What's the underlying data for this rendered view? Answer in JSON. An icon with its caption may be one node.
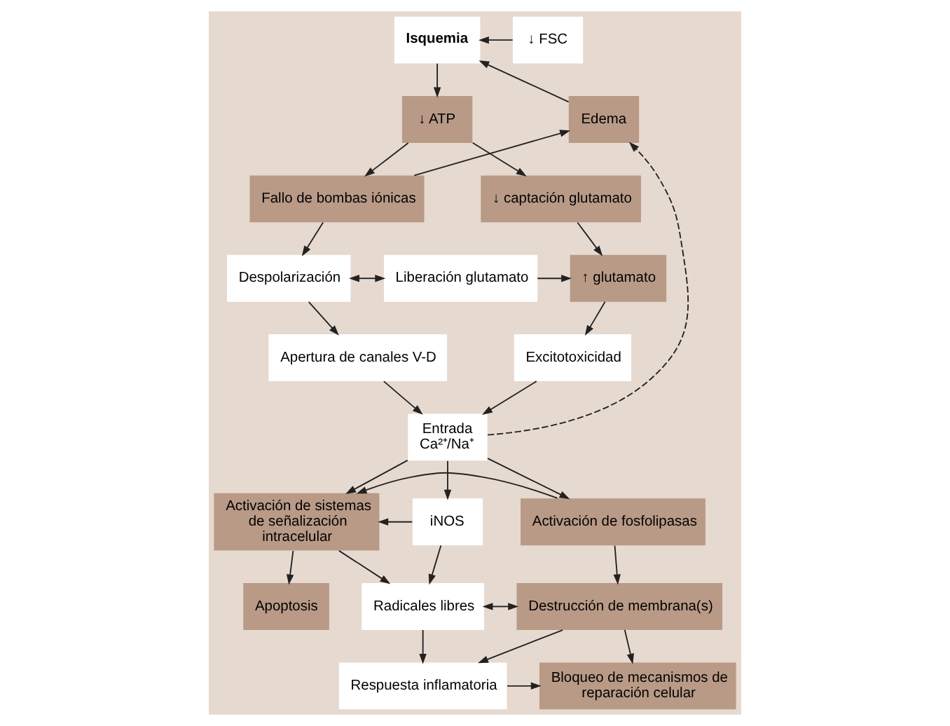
{
  "diagram": {
    "nodes": [
      {
        "text": [
          "Isquemia"
        ]
      },
      {
        "text": [
          "↓ FSC"
        ]
      },
      {
        "text": [
          "Edema"
        ]
      },
      {
        "text": [
          "↓ ATP"
        ]
      },
      {
        "text": [
          "Fallo de bombas iónicas"
        ]
      },
      {
        "text": [
          "↓ captación glutamato"
        ]
      },
      {
        "text": [
          "↑ glutamato"
        ]
      },
      {
        "text": [
          "Despolarización"
        ]
      },
      {
        "text": [
          "Liberación glutamato"
        ]
      },
      {
        "text": [
          "Excitotoxicidad"
        ]
      },
      {
        "text": [
          "Apertura de canales V-D"
        ]
      },
      {
        "text": [
          "Entrada Ca²⁺/Na⁺"
        ]
      },
      {
        "text": [
          "Activación de sistemas de señalización intracelular"
        ]
      },
      {
        "text": [
          "Activación de fosfolipasas"
        ]
      },
      {
        "text": [
          "iNOS"
        ]
      },
      {
        "text": [
          "Radicales libres"
        ]
      },
      {
        "text": [
          "Destrucción de membrana(s)"
        ]
      },
      {
        "text": [
          "Apoptosis"
        ]
      },
      {
        "text": [
          "Respuesta inflamatoria"
        ]
      },
      {
        "text": [
          "Bloqueo de mecanismos de reparación celular"
        ]
      }
    ],
    "edges": [
      {
        "from": 1,
        "to": 0,
        "arrow": "to"
      },
      {
        "from": 2,
        "to": 0,
        "arrow": "to"
      },
      {
        "from": 0,
        "to": 3,
        "arrow": "to"
      },
      {
        "from": 3,
        "to": 4,
        "arrow": "to"
      },
      {
        "from": 3,
        "to": 5,
        "arrow": "to"
      },
      {
        "from": 4,
        "to": 2,
        "arrow": "to"
      },
      {
        "from": 4,
        "to": 7,
        "arrow": "to"
      },
      {
        "from": 11,
        "to": 2,
        "arrow": "to",
        "style": "dashed"
      },
      {
        "from": 5,
        "to": 6,
        "arrow": "to"
      },
      {
        "from": 7,
        "to": 8,
        "arrow": "both"
      },
      {
        "from": 8,
        "to": 6,
        "arrow": "to"
      },
      {
        "from": 6,
        "to": 9,
        "arrow": "to"
      },
      {
        "from": 7,
        "to": 10,
        "arrow": "to"
      },
      {
        "from": 10,
        "to": 11,
        "arrow": "to"
      },
      {
        "from": 9,
        "to": 11,
        "arrow": "to"
      },
      {
        "from": 11,
        "to": 12,
        "arrow": "to"
      },
      {
        "from": 11,
        "to": 14,
        "arrow": "to"
      },
      {
        "from": 11,
        "to": 13,
        "arrow": "to"
      },
      {
        "from": 13,
        "to": 12,
        "arrow": "to"
      },
      {
        "from": 14,
        "to": 12,
        "arrow": "to"
      },
      {
        "from": 13,
        "to": 16,
        "arrow": "to"
      },
      {
        "from": 12,
        "to": 15,
        "arrow": "to"
      },
      {
        "from": 14,
        "to": 15,
        "arrow": "to"
      },
      {
        "from": 15,
        "to": 16,
        "arrow": "both"
      },
      {
        "from": 12,
        "to": 17,
        "arrow": "to"
      },
      {
        "from": 15,
        "to": 18,
        "arrow": "to"
      },
      {
        "from": 16,
        "to": 18,
        "arrow": "to"
      },
      {
        "from": 16,
        "to": 19,
        "arrow": "to"
      },
      {
        "from": 18,
        "to": 19,
        "arrow": "to"
      }
    ]
  }
}
